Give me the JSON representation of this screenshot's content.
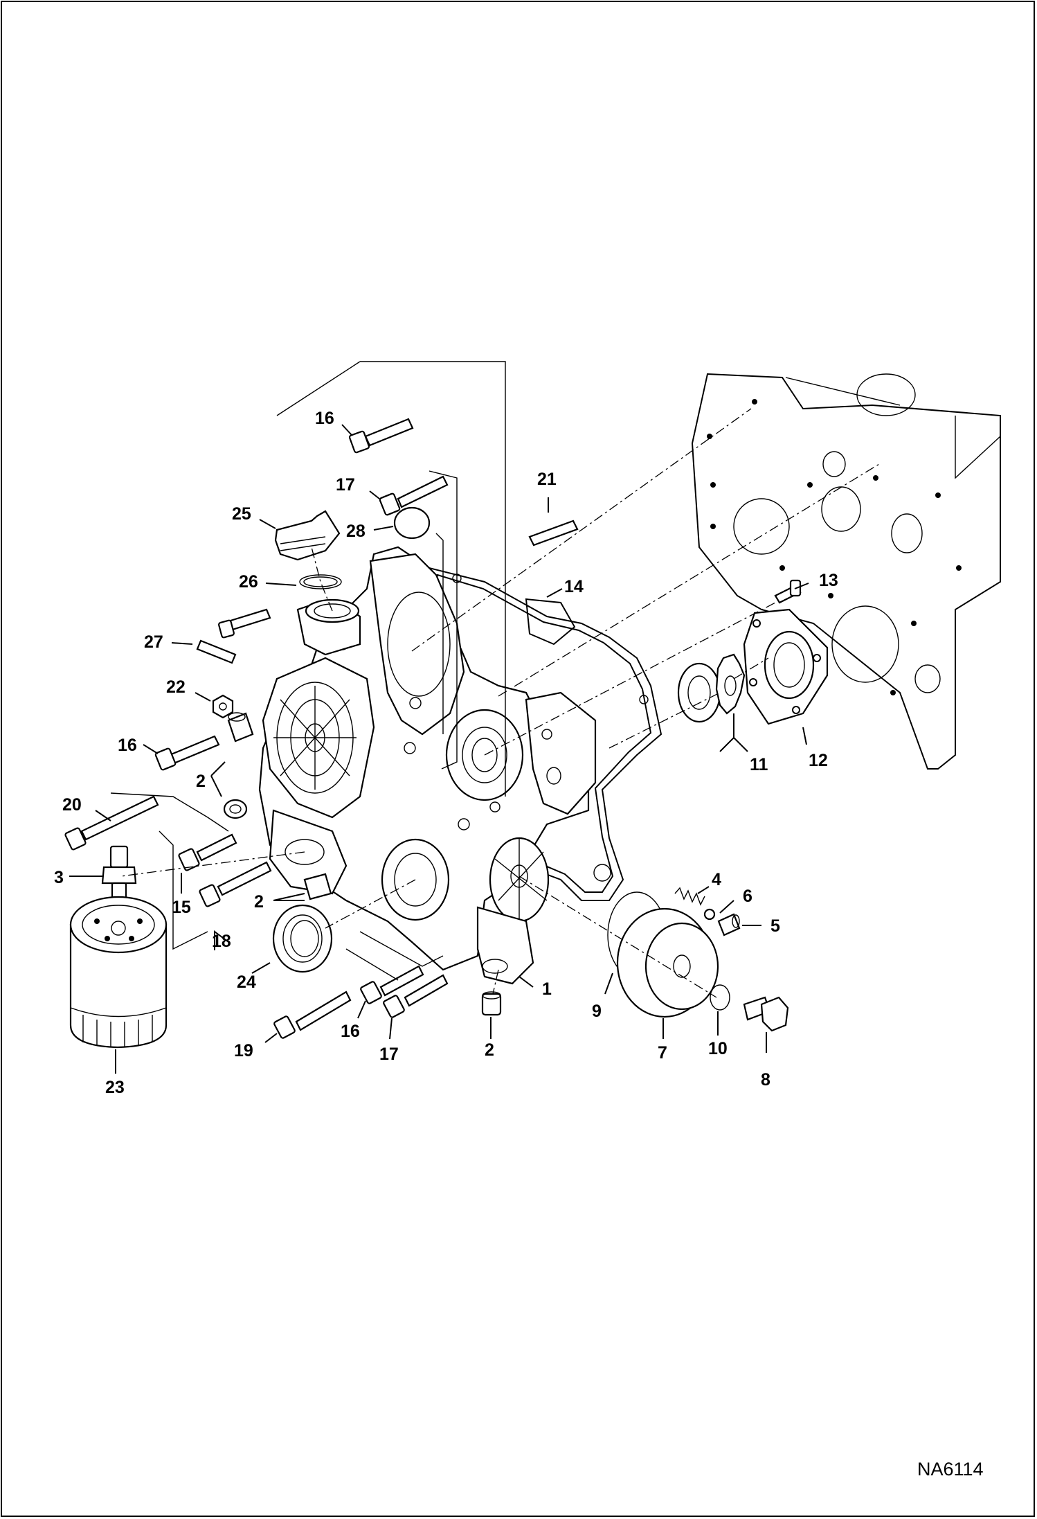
{
  "drawing": {
    "reference_code": "NA6114"
  },
  "callouts": [
    {
      "id": "c16a",
      "label": "16"
    },
    {
      "id": "c17a",
      "label": "17"
    },
    {
      "id": "c21",
      "label": "21"
    },
    {
      "id": "c25",
      "label": "25"
    },
    {
      "id": "c28",
      "label": "28"
    },
    {
      "id": "c14",
      "label": "14"
    },
    {
      "id": "c26",
      "label": "26"
    },
    {
      "id": "c13",
      "label": "13"
    },
    {
      "id": "c27",
      "label": "27"
    },
    {
      "id": "c22",
      "label": "22"
    },
    {
      "id": "c16b",
      "label": "16"
    },
    {
      "id": "c11",
      "label": "11"
    },
    {
      "id": "c12",
      "label": "12"
    },
    {
      "id": "c2a",
      "label": "2"
    },
    {
      "id": "c20",
      "label": "20"
    },
    {
      "id": "c4",
      "label": "4"
    },
    {
      "id": "c6",
      "label": "6"
    },
    {
      "id": "c3",
      "label": "3"
    },
    {
      "id": "c15",
      "label": "15"
    },
    {
      "id": "c2b",
      "label": "2"
    },
    {
      "id": "c5",
      "label": "5"
    },
    {
      "id": "c18",
      "label": "18"
    },
    {
      "id": "c24",
      "label": "24"
    },
    {
      "id": "c1",
      "label": "1"
    },
    {
      "id": "c9",
      "label": "9"
    },
    {
      "id": "c16c",
      "label": "16"
    },
    {
      "id": "c19",
      "label": "19"
    },
    {
      "id": "c17b",
      "label": "17"
    },
    {
      "id": "c2c",
      "label": "2"
    },
    {
      "id": "c7",
      "label": "7"
    },
    {
      "id": "c10",
      "label": "10"
    },
    {
      "id": "c8",
      "label": "8"
    },
    {
      "id": "c23",
      "label": "23"
    }
  ]
}
